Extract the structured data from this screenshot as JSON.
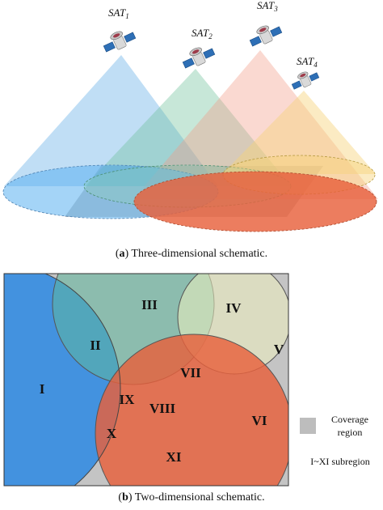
{
  "panel_a": {
    "satellites": [
      {
        "name": "SAT",
        "sub": "1"
      },
      {
        "name": "SAT",
        "sub": "2"
      },
      {
        "name": "SAT",
        "sub": "3"
      },
      {
        "name": "SAT",
        "sub": "4"
      }
    ],
    "caption_letter": "a",
    "caption_text": " Three-dimensional schematic."
  },
  "panel_b": {
    "regions": [
      "I",
      "II",
      "III",
      "IV",
      "V",
      "VI",
      "VII",
      "VIII",
      "IX",
      "X",
      "XI"
    ],
    "caption_letter": "b",
    "caption_text": " Two-dimensional schematic."
  },
  "legend": {
    "coverage_line1": "Coverage",
    "coverage_line2": "region",
    "subregion": "I~XI subregion"
  },
  "colors": {
    "sat1": "#5aa9e6",
    "sat2": "#7fc7a5",
    "sat3": "#f2a48f",
    "sat4": "#f7d37a",
    "ground": "#e8603c"
  }
}
